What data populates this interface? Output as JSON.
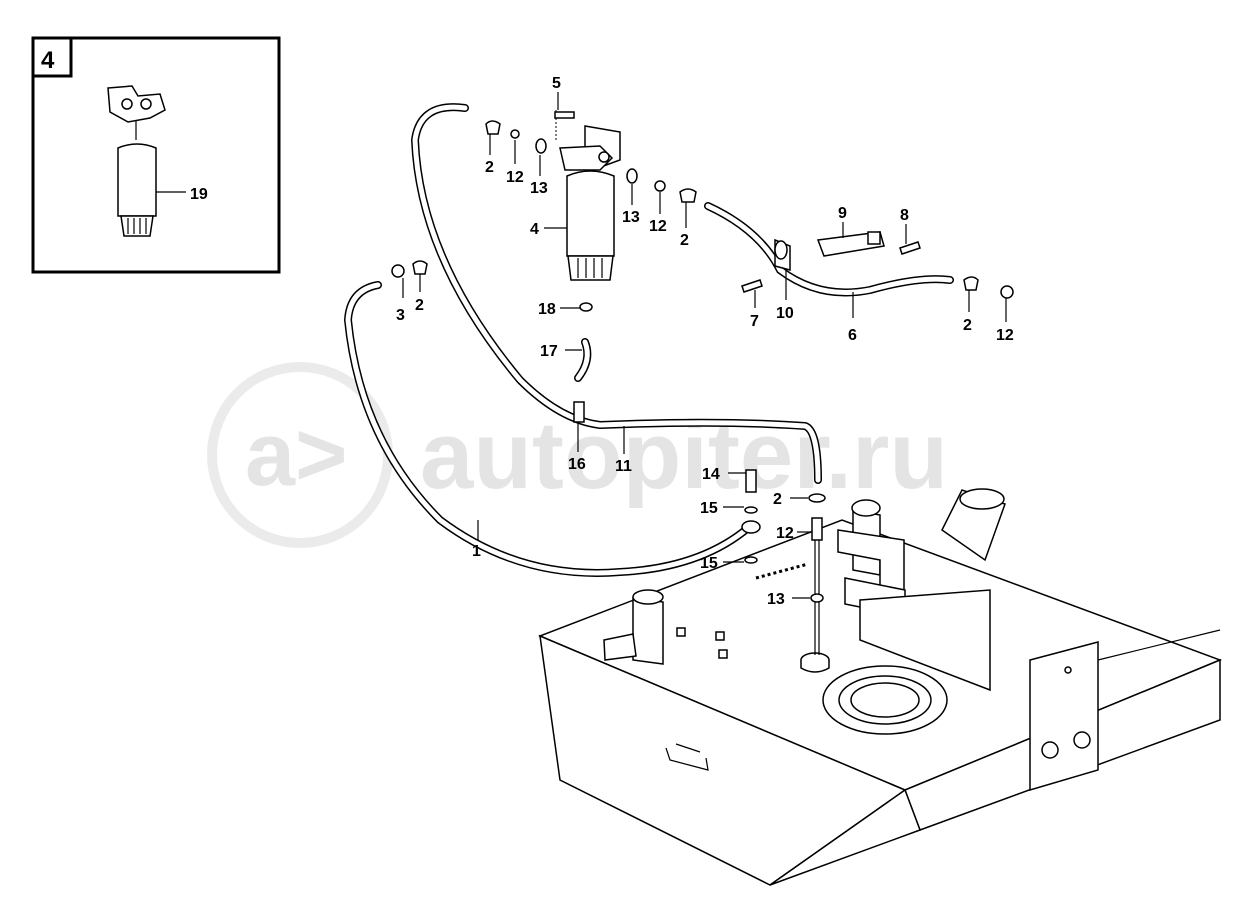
{
  "inset": {
    "number": "4",
    "label": "19"
  },
  "watermark": {
    "text": "autopiter.ru"
  },
  "callouts": {
    "c1": "1",
    "c2a": "2",
    "c2b": "2",
    "c2c": "2",
    "c2d": "2",
    "c2e": "2",
    "c3": "3",
    "c4": "4",
    "c5": "5",
    "c6": "6",
    "c7": "7",
    "c8": "8",
    "c9": "9",
    "c10": "10",
    "c11": "11",
    "c12a": "12",
    "c12b": "12",
    "c12c": "12",
    "c12d": "12",
    "c13a": "13",
    "c13b": "13",
    "c13c": "13",
    "c14": "14",
    "c15a": "15",
    "c15b": "15",
    "c16": "16",
    "c17": "17",
    "c18": "18"
  }
}
